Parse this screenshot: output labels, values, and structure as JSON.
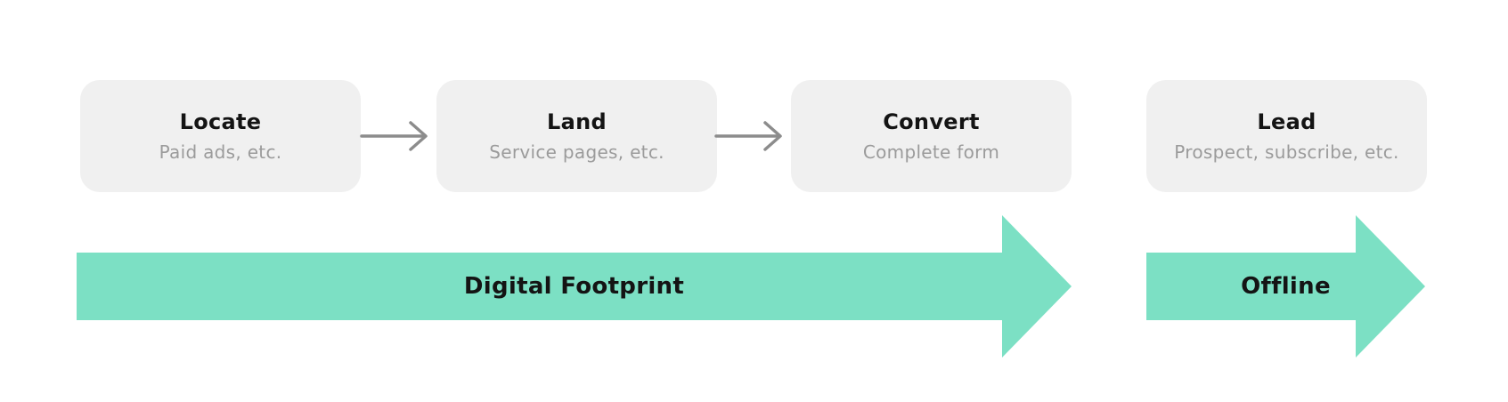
{
  "stages": [
    {
      "title": "Locate",
      "subtitle": "Paid ads, etc."
    },
    {
      "title": "Land",
      "subtitle": "Service pages, etc."
    },
    {
      "title": "Convert",
      "subtitle": "Complete form"
    },
    {
      "title": "Lead",
      "subtitle": "Prospect, subscribe, etc."
    }
  ],
  "phases": [
    {
      "label": "Digital Footprint"
    },
    {
      "label": "Offline"
    }
  ],
  "colors": {
    "arrow_fill": "#7CE0C4",
    "box_fill": "#F0F0F0",
    "connector": "#8C8C8C",
    "title_text": "#141414",
    "subtitle_text": "#9B9B9B",
    "canvas_bg": "#FFFFFF"
  }
}
